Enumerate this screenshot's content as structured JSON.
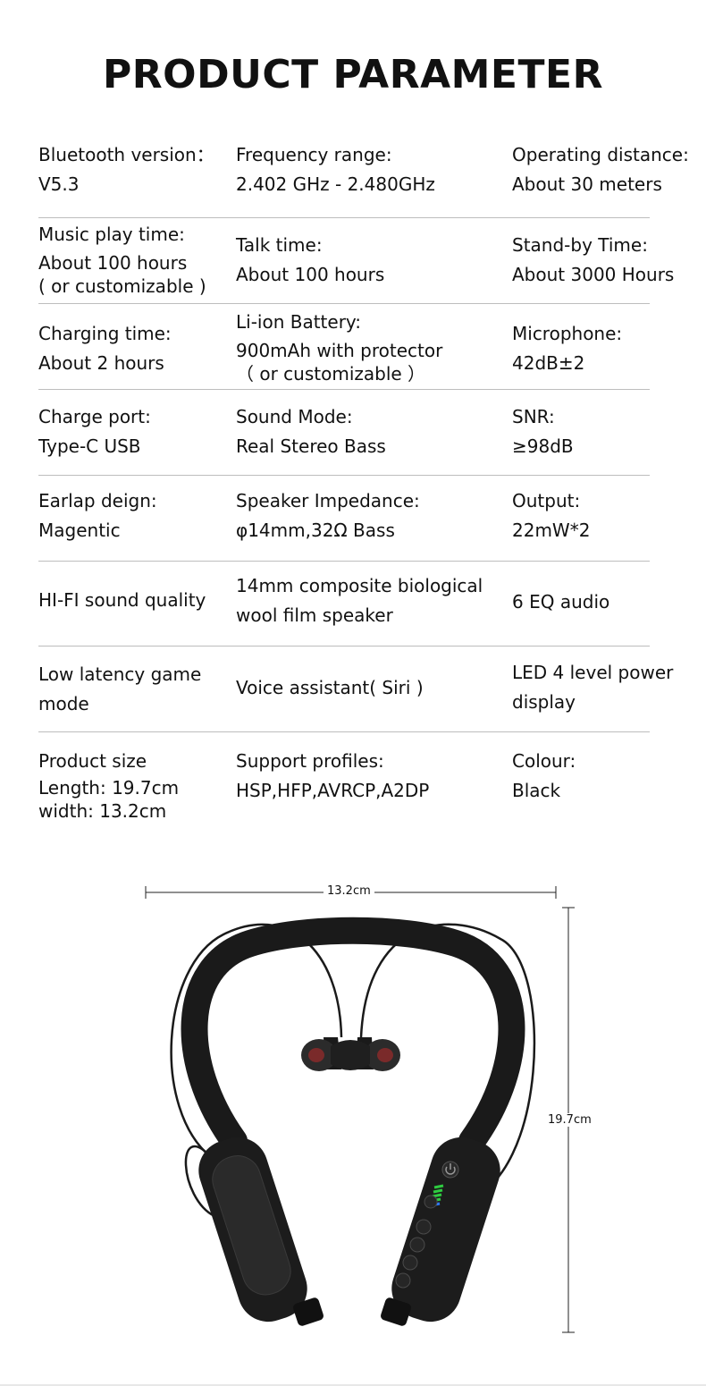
{
  "title": "PRODUCT PARAMETER",
  "rows": [
    [
      {
        "label": "Bluetooth version：",
        "value": "V5.3"
      },
      {
        "label": "Frequency range:",
        "value": "2.402 GHz - 2.480GHz"
      },
      {
        "label": "Operating distance:",
        "value": "About 30 meters"
      }
    ],
    [
      {
        "label": "Music play time:",
        "value": "About 100 hours",
        "note": "( or customizable )"
      },
      {
        "label": "Talk time:",
        "value": "About 100 hours"
      },
      {
        "label": "Stand-by Time:",
        "value": "About 3000 Hours"
      }
    ],
    [
      {
        "label": "Charging time:",
        "value": "About 2 hours"
      },
      {
        "label": "Li-ion Battery:",
        "value": "900mAh with protector",
        "note": "（ or customizable ）"
      },
      {
        "label": "Microphone:",
        "value": "42dB±2"
      }
    ],
    [
      {
        "label": "Charge port:",
        "value": "Type-C USB"
      },
      {
        "label": "Sound Mode:",
        "value": "Real Stereo Bass"
      },
      {
        "label": "SNR:",
        "value": "≥98dB"
      }
    ],
    [
      {
        "label": "Earlap deign:",
        "value": "Magentic"
      },
      {
        "label": "Speaker Impedance:",
        "value": "φ14mm,32Ω Bass"
      },
      {
        "label": "Output:",
        "value": "22mW*2"
      }
    ],
    [
      {
        "label": "HI-FI sound quality"
      },
      {
        "label": "14mm composite biological",
        "value": "wool film speaker"
      },
      {
        "label": "6 EQ audio"
      }
    ],
    [
      {
        "label": "Low latency game",
        "value": "mode"
      },
      {
        "label": "Voice assistant( Siri )"
      },
      {
        "label": "LED 4 level power",
        "value": "display"
      }
    ],
    [
      {
        "label": "Product size",
        "line2": "Length: 19.7cm",
        "line3": "width: 13.2cm"
      },
      {
        "label": "Support profiles:",
        "value": "HSP,HFP,AVRCP,A2DP"
      },
      {
        "label": "Colour:",
        "value": "Black"
      }
    ]
  ],
  "dimensions": {
    "width": "13.2cm",
    "height": "19.7cm"
  },
  "colors": {
    "text": "#111111",
    "separator": "#bdbdbd",
    "product": "#1a1a1a",
    "led_green": "#2ecc40",
    "led_blue": "#2f7cff"
  }
}
